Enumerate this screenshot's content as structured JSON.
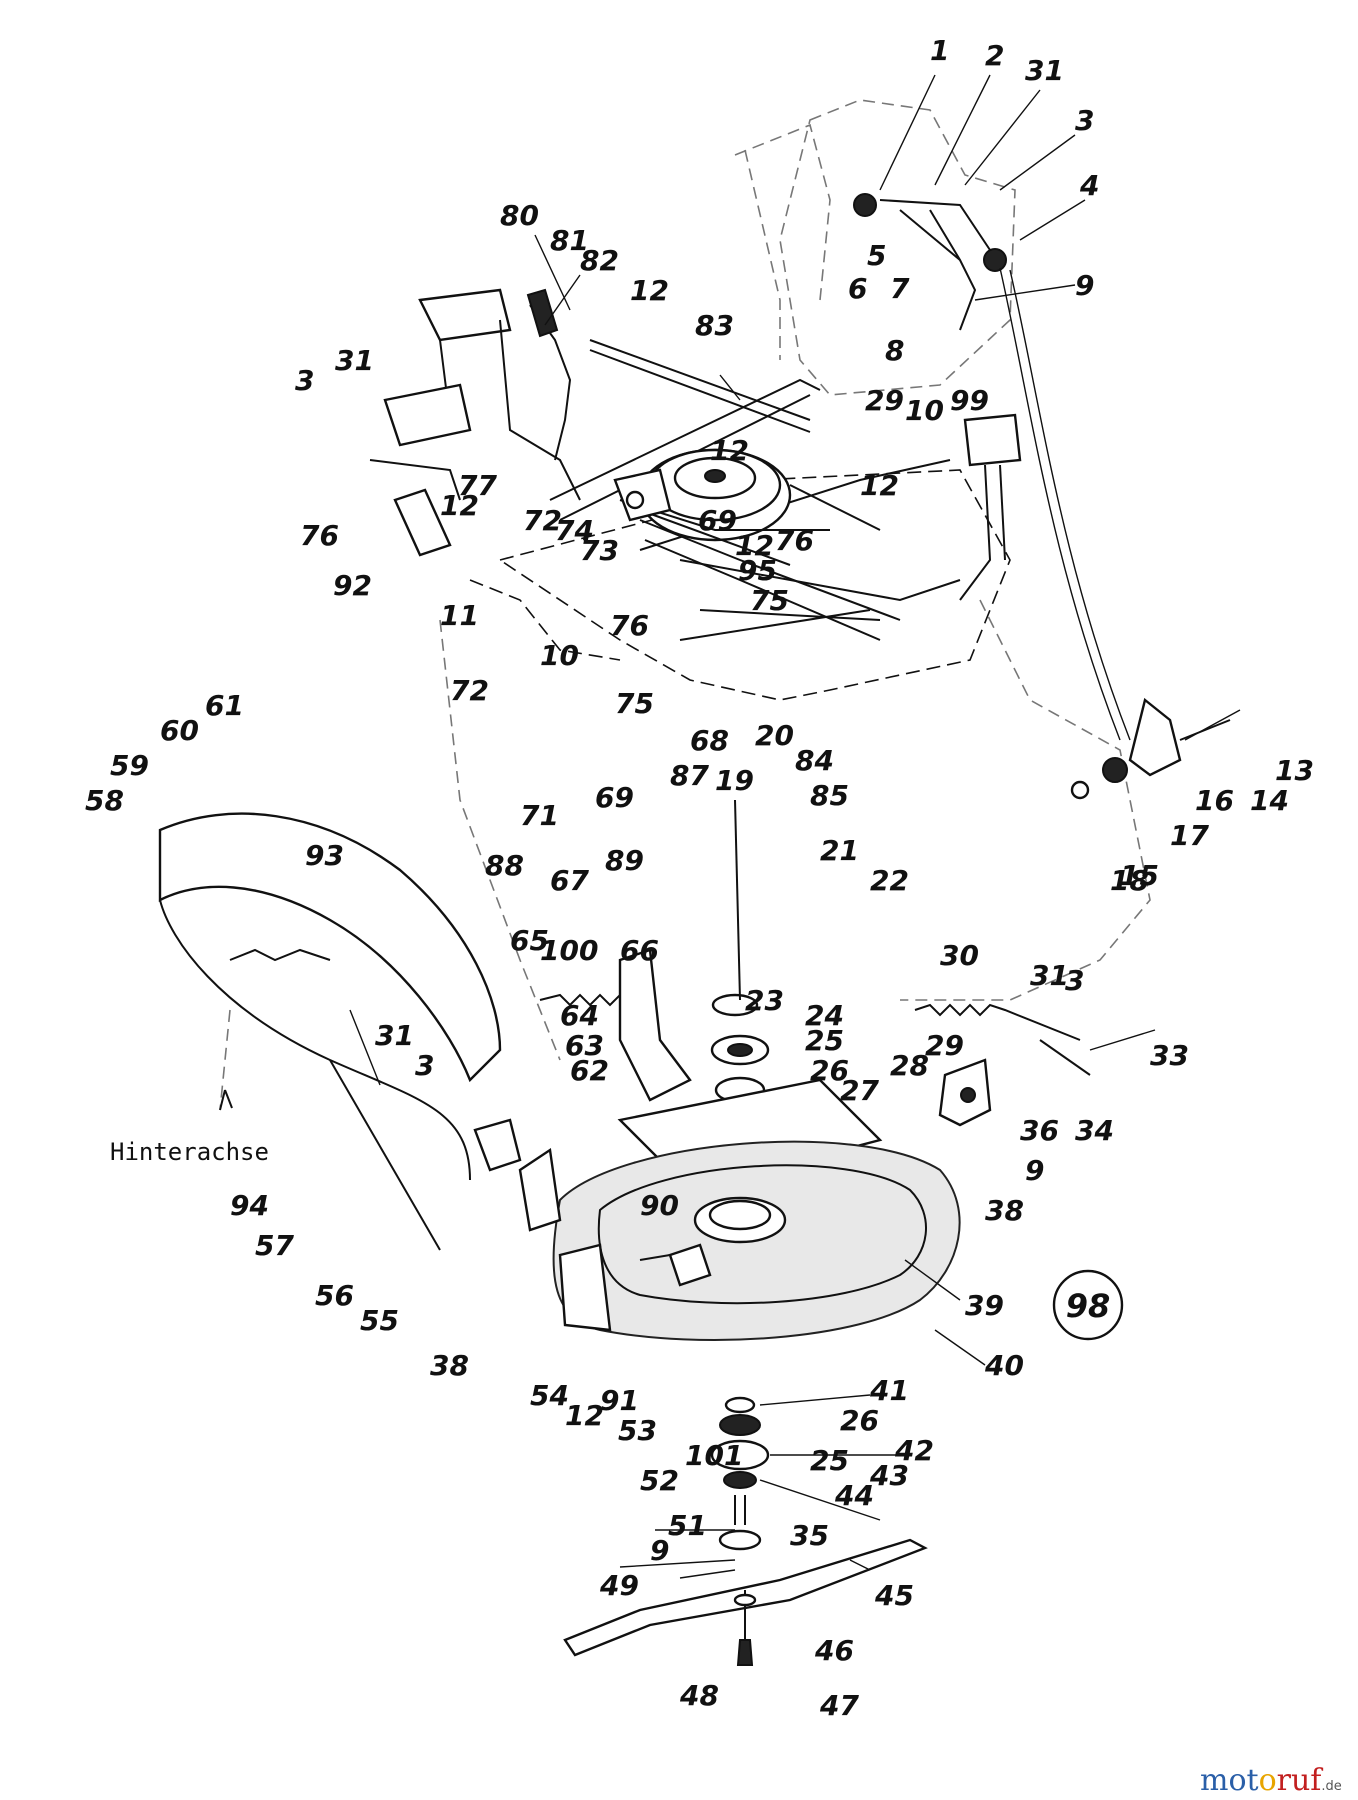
{
  "diagram": {
    "axle_label": "Hinterachse",
    "callout": "98",
    "watermark": {
      "a": "mot",
      "b": "o",
      "c": "ruf",
      "d": ".de"
    },
    "part_labels": [
      "1",
      "2",
      "31",
      "3",
      "4",
      "5",
      "6",
      "7",
      "9",
      "8",
      "80",
      "81",
      "82",
      "12",
      "83",
      "29",
      "10",
      "99",
      "3",
      "31",
      "77",
      "12",
      "72",
      "74",
      "73",
      "12",
      "76",
      "12",
      "12",
      "76",
      "92",
      "11",
      "10",
      "76",
      "95",
      "75",
      "69",
      "72",
      "75",
      "69",
      "68",
      "87",
      "88",
      "71",
      "20",
      "84",
      "85",
      "19",
      "13",
      "14",
      "16",
      "17",
      "15",
      "18",
      "58",
      "59",
      "60",
      "61",
      "93",
      "89",
      "21",
      "22",
      "67",
      "65",
      "100",
      "66",
      "30",
      "31",
      "3",
      "33",
      "29",
      "28",
      "64",
      "63",
      "62",
      "23",
      "24",
      "25",
      "26",
      "27",
      "36",
      "9",
      "38",
      "34",
      "31",
      "3",
      "94",
      "57",
      "56",
      "55",
      "38",
      "90",
      "39",
      "40",
      "54",
      "12",
      "91",
      "53",
      "41",
      "26",
      "25",
      "101",
      "42",
      "43",
      "52",
      "44",
      "51",
      "35",
      "9",
      "49",
      "45",
      "46",
      "48",
      "47"
    ]
  }
}
